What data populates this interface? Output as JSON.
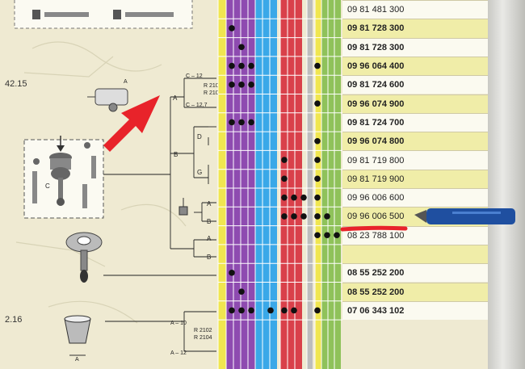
{
  "sections": [
    {
      "number": "42.15"
    },
    {
      "number": "2.16"
    }
  ],
  "labels": {
    "c12": "C – 12",
    "c127": "C – 12,7",
    "r2102": "R 2102",
    "r2104": "R 2104",
    "a": "A",
    "b": "B",
    "c": "C",
    "d": "D",
    "g": "G",
    "a10": "A – 10",
    "a12": "A – 12"
  },
  "part_numbers": [
    {
      "number": "09 81 481 300",
      "bold": false,
      "bg": "white"
    },
    {
      "number": "09 81 728 300",
      "bold": true,
      "bg": "yellow"
    },
    {
      "number": "09 81 728 300",
      "bold": true,
      "bg": "white"
    },
    {
      "number": "09 96 064 400",
      "bold": true,
      "bg": "yellow"
    },
    {
      "number": "09 81 724 600",
      "bold": true,
      "bg": "white"
    },
    {
      "number": "09 96 074 900",
      "bold": true,
      "bg": "yellow"
    },
    {
      "number": "09 81 724 700",
      "bold": true,
      "bg": "white"
    },
    {
      "number": "09 96 074 800",
      "bold": true,
      "bg": "yellow"
    },
    {
      "number": "09 81 719 800",
      "bold": false,
      "bg": "white"
    },
    {
      "number": "09 81 719 900",
      "bold": false,
      "bg": "yellow"
    },
    {
      "number": "09 96 006 600",
      "bold": false,
      "bg": "white"
    },
    {
      "number": "09 96 006 500",
      "bold": false,
      "bg": "yellow"
    },
    {
      "number": "08 23 788 100",
      "bold": false,
      "bg": "white"
    },
    {
      "number": "",
      "bold": false,
      "bg": "yellow"
    },
    {
      "number": "08 55 252 200",
      "bold": true,
      "bg": "white"
    },
    {
      "number": "08 55 252 200",
      "bold": true,
      "bg": "yellow"
    },
    {
      "number": "07 06 343 102",
      "bold": true,
      "bg": "white"
    }
  ],
  "colors": {
    "arrow": "#e8232a",
    "highlight_underline": "#e8232a",
    "pen": "#1f4fa0",
    "column_yellow": "#f0e650",
    "column_purple": "#8e4bb0",
    "column_blue": "#3aa8e8",
    "column_red": "#d9404a",
    "column_grey": "#bdbdbd",
    "column_green": "#8fc25a"
  },
  "dots": [
    [
      0,
      0,
      0,
      0,
      0,
      0,
      0,
      0,
      0,
      0,
      0,
      0
    ],
    [
      1,
      0,
      0,
      0,
      0,
      0,
      0,
      0,
      0,
      0,
      0,
      0
    ],
    [
      0,
      1,
      0,
      0,
      0,
      0,
      0,
      0,
      0,
      0,
      0,
      0
    ],
    [
      1,
      1,
      1,
      0,
      0,
      0,
      0,
      0,
      0,
      1,
      0,
      0
    ],
    [
      1,
      1,
      1,
      0,
      0,
      0,
      0,
      0,
      0,
      0,
      0,
      0
    ],
    [
      0,
      0,
      0,
      0,
      0,
      0,
      0,
      0,
      0,
      1,
      0,
      0
    ],
    [
      1,
      1,
      1,
      0,
      0,
      0,
      0,
      0,
      0,
      0,
      0,
      0
    ],
    [
      0,
      0,
      0,
      0,
      0,
      0,
      0,
      0,
      0,
      1,
      0,
      0
    ],
    [
      0,
      0,
      0,
      0,
      0,
      0,
      1,
      0,
      0,
      1,
      0,
      0
    ],
    [
      0,
      0,
      0,
      0,
      0,
      0,
      1,
      0,
      0,
      1,
      0,
      0
    ],
    [
      0,
      0,
      0,
      0,
      0,
      0,
      1,
      1,
      1,
      1,
      0,
      0
    ],
    [
      0,
      0,
      0,
      0,
      0,
      0,
      1,
      1,
      1,
      1,
      1,
      0
    ],
    [
      0,
      0,
      0,
      0,
      0,
      0,
      0,
      0,
      0,
      1,
      1,
      1
    ],
    [
      0,
      0,
      0,
      0,
      0,
      0,
      0,
      0,
      0,
      0,
      0,
      0
    ],
    [
      1,
      0,
      0,
      0,
      0,
      0,
      0,
      0,
      0,
      0,
      0,
      0
    ],
    [
      0,
      1,
      0,
      0,
      0,
      0,
      0,
      0,
      0,
      0,
      0,
      0
    ],
    [
      1,
      1,
      1,
      0,
      1,
      0,
      1,
      1,
      0,
      1,
      0,
      0
    ]
  ]
}
